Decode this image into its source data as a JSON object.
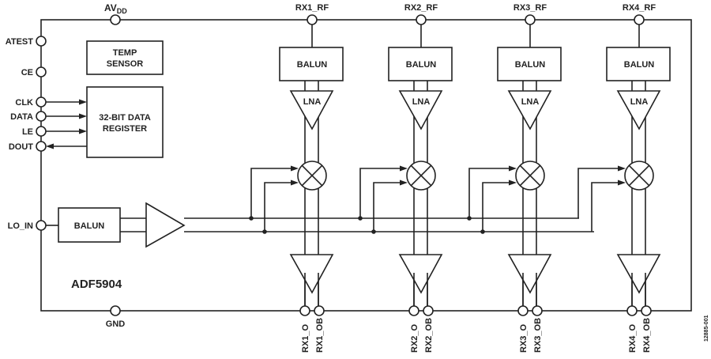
{
  "chip": {
    "name": "ADF5904",
    "figure_code": "12885-001",
    "top_pins": {
      "avdd_main": "AV",
      "avdd_sub": "DD"
    },
    "bottom_pins": {
      "gnd": "GND"
    },
    "left_pins": [
      "ATEST",
      "CE",
      "CLK",
      "DATA",
      "LE",
      "DOUT",
      "LO_IN"
    ],
    "blocks": {
      "temp_sensor": [
        "TEMP",
        "SENSOR"
      ],
      "data_register": [
        "32-BIT DATA",
        "REGISTER"
      ],
      "lo_balun": "BALUN"
    },
    "channels": [
      {
        "rf": "RX1_RF",
        "balun": "BALUN",
        "lna": "LNA",
        "out": "RX1_O",
        "outb": "RX1_OB"
      },
      {
        "rf": "RX2_RF",
        "balun": "BALUN",
        "lna": "LNA",
        "out": "RX2_O",
        "outb": "RX2_OB"
      },
      {
        "rf": "RX3_RF",
        "balun": "BALUN",
        "lna": "LNA",
        "out": "RX3_O",
        "outb": "RX3_OB"
      },
      {
        "rf": "RX4_RF",
        "balun": "BALUN",
        "lna": "LNA",
        "out": "RX4_O",
        "outb": "RX4_OB"
      }
    ]
  }
}
